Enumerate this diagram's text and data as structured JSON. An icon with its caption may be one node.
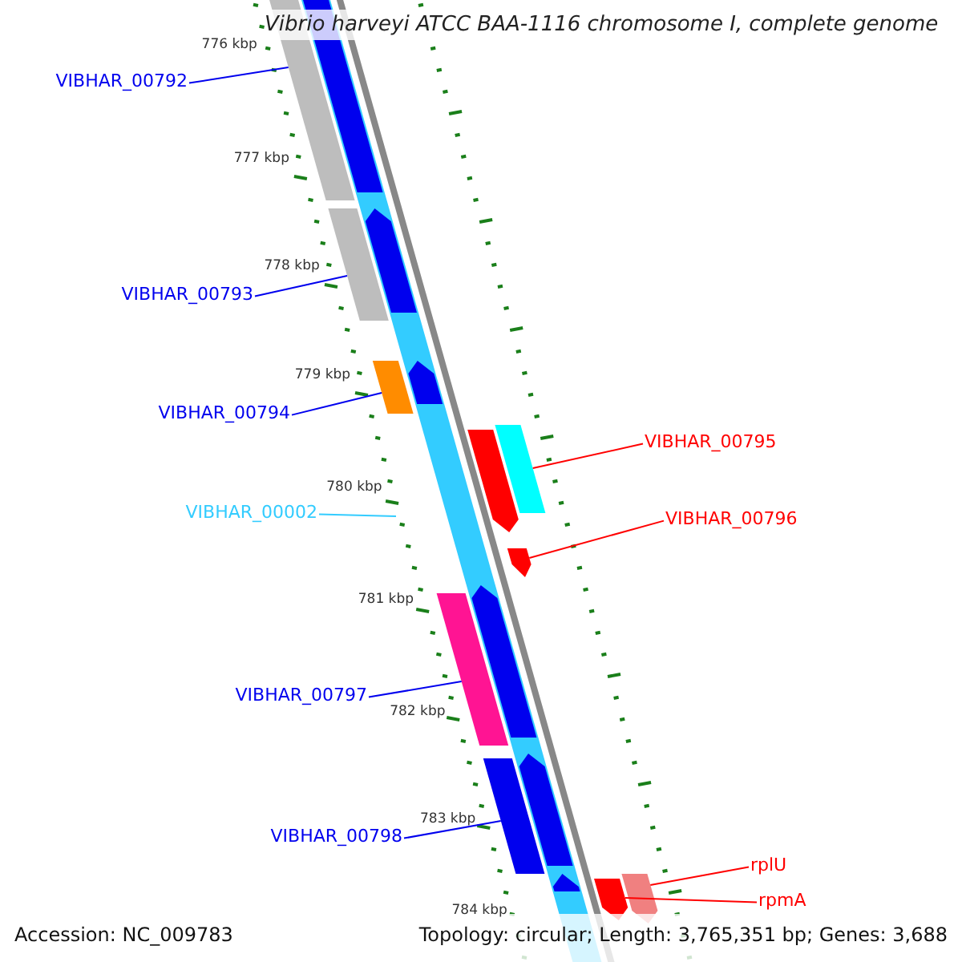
{
  "diagram": {
    "title": "Vibrio harveyi ATCC BAA-1116 chromosome I, complete genome",
    "nodes": [
      {
        "text": [
          "VIBHAR_00792"
        ]
      },
      {
        "text": [
          "VIBHAR_00793"
        ]
      },
      {
        "text": [
          "VIBHAR_00794"
        ]
      },
      {
        "text": [
          "VIBHAR_00002"
        ]
      },
      {
        "text": [
          "VIBHAR_00795"
        ]
      },
      {
        "text": [
          "VIBHAR_00796"
        ]
      },
      {
        "text": [
          "VIBHAR_00797"
        ]
      },
      {
        "text": [
          "VIBHAR_00798"
        ]
      },
      {
        "text": [
          "rplU"
        ]
      },
      {
        "text": [
          "rpmA"
        ]
      },
      {
        "text": [],
        "shape": "bar"
      },
      {
        "text": [],
        "shape": "bar"
      },
      {
        "text": [],
        "shape": "bar"
      },
      {
        "text": [],
        "shape": "bar"
      },
      {
        "text": [],
        "shape": "bar"
      },
      {
        "text": [],
        "shape": "bar"
      },
      {
        "text": [],
        "shape": "bar"
      },
      {
        "text": [],
        "shape": "bar"
      },
      {
        "text": [],
        "shape": "bar"
      },
      {
        "text": [],
        "shape": "bar"
      },
      {
        "text": [],
        "shape": "bar"
      },
      {
        "text": [],
        "shape": "bar"
      },
      {
        "text": [],
        "shape": "bar"
      },
      {
        "text": [],
        "shape": "bar"
      },
      {
        "text": [],
        "shape": "bar"
      },
      {
        "text": [],
        "shape": "bar"
      }
    ],
    "edges": [
      {
        "from": 0,
        "to": 10,
        "arrow": "none"
      },
      {
        "from": 1,
        "to": 11,
        "arrow": "none"
      },
      {
        "from": 2,
        "to": 12,
        "arrow": "none"
      },
      {
        "from": 3,
        "to": null,
        "arrow": "none",
        "color": "#33ccff"
      },
      {
        "from": 4,
        "to": 13,
        "arrow": "none",
        "color": "#ff0000"
      },
      {
        "from": 5,
        "to": 14,
        "arrow": "none",
        "color": "#ff0000"
      },
      {
        "from": 6,
        "to": 15,
        "arrow": "none"
      },
      {
        "from": 7,
        "to": 16,
        "arrow": "none"
      },
      {
        "from": 8,
        "to": 18,
        "arrow": "none",
        "color": "#ff0000"
      },
      {
        "from": 9,
        "to": 17,
        "arrow": "none",
        "color": "#ff0000"
      }
    ],
    "labels": [
      "776 kbp",
      "777 kbp",
      "778 kbp",
      "779 kbp",
      "780 kbp",
      "781 kbp",
      "782 kbp",
      "783 kbp",
      "784 kbp",
      "Accession: NC_009783",
      "Topology: circular; Length: 3,765,351 bp; Genes: 3,688"
    ]
  }
}
